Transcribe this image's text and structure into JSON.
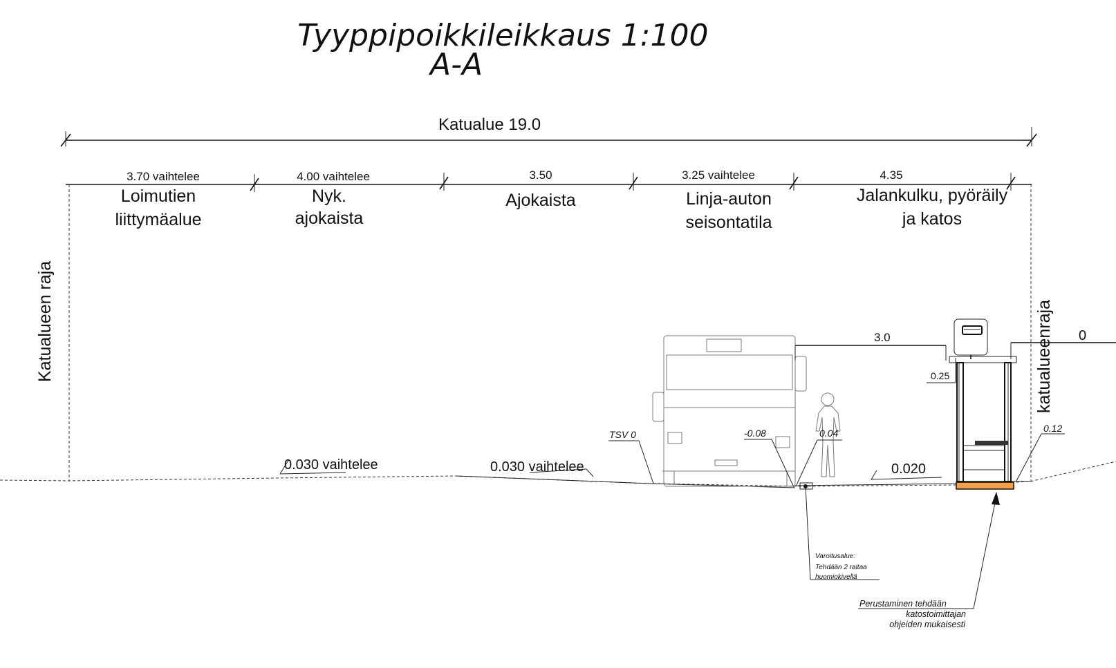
{
  "title": {
    "line1": "Tyyppipoikkileikkaus 1:100",
    "line2": "A-A"
  },
  "overall_dimension": "Katualue 19.0",
  "zones": [
    {
      "width": "3.70 vaihtelee",
      "label1": "Loimutien",
      "label2": "liittymäalue"
    },
    {
      "width": "4.00 vaihtelee",
      "label1": "Nyk.",
      "label2": "ajokaista"
    },
    {
      "width": "3.50",
      "label1": "Ajokaista",
      "label2": ""
    },
    {
      "width": "3.25 vaihtelee",
      "label1": "Linja-auton",
      "label2": "seisontatila"
    },
    {
      "width": "4.35",
      "label1": "Jalankulku, pyöräily",
      "label2": "ja katos"
    }
  ],
  "boundary_left": "Katualueen raja",
  "boundary_right": "katualueenraja",
  "boundary_right_cut": "0",
  "slopes": {
    "s1": "0.030 vaihtelee",
    "s2": "0.030 vaihtelee",
    "s3": "0.020"
  },
  "levels": {
    "tsv": "TSV 0",
    "curb": "-0.08",
    "walk": "0.04",
    "edge": "0.12"
  },
  "shelter": {
    "clearance": "3.0",
    "overhang": "0.25"
  },
  "notes": {
    "warning_title": "Varoitusalue:",
    "warning_line2": "Tehdään 2 raitaa",
    "warning_line3": "huomiokivellä",
    "foundation_line1": "Perustaminen tehdään",
    "foundation_line2": "katostoimittajan",
    "foundation_line3": "ohjeiden mukaisesti"
  },
  "colors": {
    "foundation": "#f0a04a",
    "line": "#111111"
  }
}
